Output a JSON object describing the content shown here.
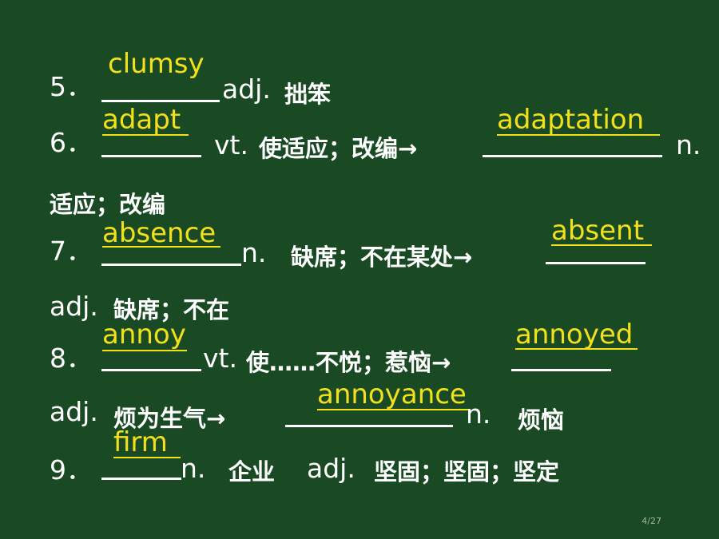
{
  "items": {
    "5": {
      "num": "5．",
      "ans": "clumsy",
      "pos": "adj.",
      "meaning": "拙笨"
    },
    "6": {
      "num": "6．",
      "ans": "adapt",
      "pos": "vt.",
      "meaning": "使适应；改编→",
      "ans2": "adaptation",
      "pos2": "n.",
      "meaning2": "适应；改编"
    },
    "7": {
      "num": "7．",
      "ans": "absence",
      "pos": "n.",
      "meaning": "缺席；不在某处→",
      "ans2": "absent",
      "pos2": "adj.",
      "meaning2": "缺席；不在"
    },
    "8": {
      "num": "8．",
      "ans": "annoy",
      "pos": "vt.",
      "meaning": "使……不悦；惹恼→",
      "ans2": "annoyed",
      "pos2": "adj.",
      "meaning2": "烦为生气→",
      "ans3": "annoyance",
      "pos3": "n.",
      "meaning3": "烦恼"
    },
    "9": {
      "num": "9．",
      "ans": "firm",
      "pos": "n.",
      "meaning": "企业",
      "pos2": "adj.",
      "meaning2": "坚固；坚固；坚定"
    }
  },
  "page_number": "4/27",
  "colors": {
    "background": "#1a4a24",
    "text": "#ffffff",
    "answer": "#f2e11a"
  }
}
